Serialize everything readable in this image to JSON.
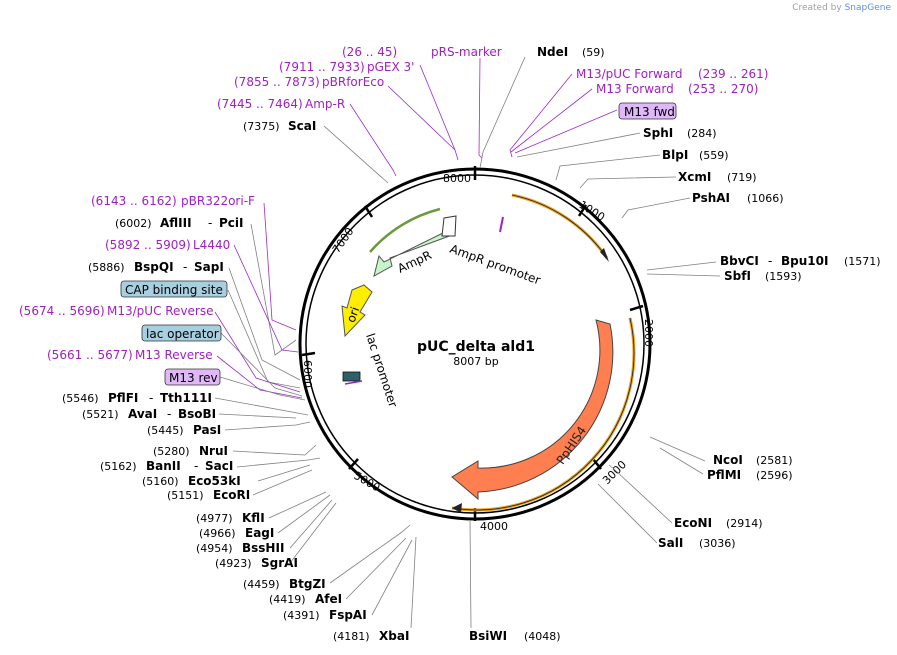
{
  "credit": {
    "prefix": "Created by",
    "brand": "SnapGene"
  },
  "plasmid": {
    "name": "pUC_delta ald1",
    "size": "8007 bp"
  },
  "ticks": [
    "1000",
    "2000",
    "3000",
    "4000",
    "5000",
    "6000",
    "7000",
    "8000"
  ],
  "features": {
    "ampr": "AmpR",
    "ampr_promoter": "AmpR promoter",
    "ori": "ori",
    "lac_promoter": "lac promoter",
    "pphis4": "PpHIS4"
  },
  "top_labels": [
    {
      "pos": "(26 .. 45)",
      "name": "pRS-marker",
      "purple": true
    },
    {
      "pos": "(7911 .. 7933)",
      "name": "pGEX 3'",
      "purple": true
    },
    {
      "pos": "(7855 .. 7873)",
      "name": "pBRforEco",
      "purple": true
    },
    {
      "pos": "(7445 .. 7464)",
      "name": "Amp-R",
      "purple": true
    },
    {
      "pos": "(7375)",
      "name": "ScaI",
      "purple": false
    }
  ],
  "right_labels": [
    {
      "name": "NdeI",
      "pos": "(59)"
    },
    {
      "name": "M13/pUC Forward",
      "pos": "(239 .. 261)",
      "purple": true
    },
    {
      "name": "M13 Forward",
      "pos": "(253 .. 270)",
      "purple": true
    },
    {
      "name": "M13 fwd",
      "boxed": true
    },
    {
      "name": "SphI",
      "pos": "(284)"
    },
    {
      "name": "BlpI",
      "pos": "(559)"
    },
    {
      "name": "XcmI",
      "pos": "(719)"
    },
    {
      "name": "PshAI",
      "pos": "(1066)"
    },
    {
      "name": "BbvCI",
      "name2": "Bpu10I",
      "pos": "(1571)"
    },
    {
      "name": "SbfI",
      "pos": "(1593)"
    },
    {
      "name": "NcoI",
      "pos": "(2581)"
    },
    {
      "name": "PflMI",
      "pos": "(2596)"
    },
    {
      "name": "EcoNI",
      "pos": "(2914)"
    },
    {
      "name": "SalI",
      "pos": "(3036)"
    }
  ],
  "left_labels": [
    {
      "pos": "(6143 .. 6162)",
      "name": "pBR322ori-F",
      "purple": true
    },
    {
      "pos": "(6002)",
      "name": "AflIII",
      "name2": "PciI"
    },
    {
      "pos": "(5892 .. 5909)",
      "name": "L4440",
      "purple": true
    },
    {
      "pos": "(5886)",
      "name": "BspQI",
      "name2": "SapI"
    },
    {
      "name": "CAP binding site",
      "boxed": true
    },
    {
      "pos": "(5674 .. 5696)",
      "name": "M13/pUC Reverse",
      "purple": true
    },
    {
      "name": "lac operator",
      "boxed": true
    },
    {
      "pos": "(5661 .. 5677)",
      "name": "M13 Reverse",
      "purple": true
    },
    {
      "name": "M13 rev",
      "boxed": true
    },
    {
      "pos": "(5546)",
      "name": "PflFI",
      "name2": "Tth111I"
    },
    {
      "pos": "(5521)",
      "name": "AvaI",
      "name2": "BsoBI"
    },
    {
      "pos": "(5445)",
      "name": "PasI"
    },
    {
      "pos": "(5280)",
      "name": "NruI"
    },
    {
      "pos": "(5162)",
      "name": "BanII",
      "name2": "SacI"
    },
    {
      "pos": "(5160)",
      "name": "Eco53kI"
    },
    {
      "pos": "(5151)",
      "name": "EcoRI"
    },
    {
      "pos": "(4977)",
      "name": "KflI"
    },
    {
      "pos": "(4966)",
      "name": "EagI"
    },
    {
      "pos": "(4954)",
      "name": "BssHII"
    },
    {
      "pos": "(4923)",
      "name": "SgrAI"
    },
    {
      "pos": "(4459)",
      "name": "BtgZI"
    },
    {
      "pos": "(4419)",
      "name": "AfeI"
    },
    {
      "pos": "(4391)",
      "name": "FspAI"
    },
    {
      "pos": "(4181)",
      "name": "XbaI"
    }
  ],
  "bottom_labels": [
    {
      "name": "BsiWI",
      "pos": "(4048)"
    }
  ],
  "colors": {
    "backbone": "#000000",
    "primer": "#a020c0",
    "ampr_fill": "#c8f5c8",
    "ori_fill": "#ffee00",
    "pphis4_fill": "#ff7f50",
    "misc_outline": "#e8a020",
    "box_purple": "#e0b8f8",
    "box_teal": "#a8cfe0"
  }
}
